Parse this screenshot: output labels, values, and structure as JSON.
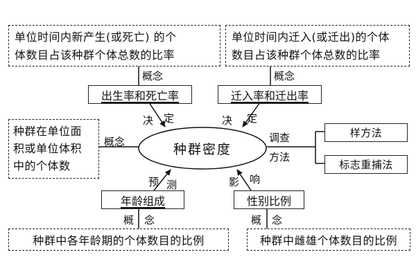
{
  "center_node": "种群密度",
  "birth_death": {
    "definition_line1": "单位时间内新产生(或死亡) 的个",
    "definition_line2": "体数目占该种群个体总数的比率",
    "concept_label": "概念",
    "node_label": "出生率和死亡率",
    "relation_a": "决",
    "relation_b": "定"
  },
  "immigration": {
    "definition_line1": "单位时间内迁入(或迁出)的个体",
    "definition_line2": "数目占该种群个体总数的比率",
    "concept_label": "概念",
    "node_label": "迁入率和迁出率",
    "relation_a": "决",
    "relation_b": "定"
  },
  "density_definition": {
    "line1": "种群在单位面",
    "line2": "积或单位体积",
    "line3": "中的个体数",
    "concept_label": "概念"
  },
  "survey": {
    "label_line1": "调查",
    "label_line2": "方法",
    "methods": [
      "样方法",
      "标志重捕法"
    ]
  },
  "age_structure": {
    "node_label": "年龄组成",
    "relation_a": "预",
    "relation_b": "测",
    "concept_a": "概",
    "concept_b": "念",
    "definition": "种群中各年龄期的个体数目的比例"
  },
  "sex_ratio": {
    "node_label": "性别比例",
    "relation_a": "影",
    "relation_b": "响",
    "concept_a": "概",
    "concept_b": "念",
    "definition": "种群中雌雄个体数目的比例"
  }
}
